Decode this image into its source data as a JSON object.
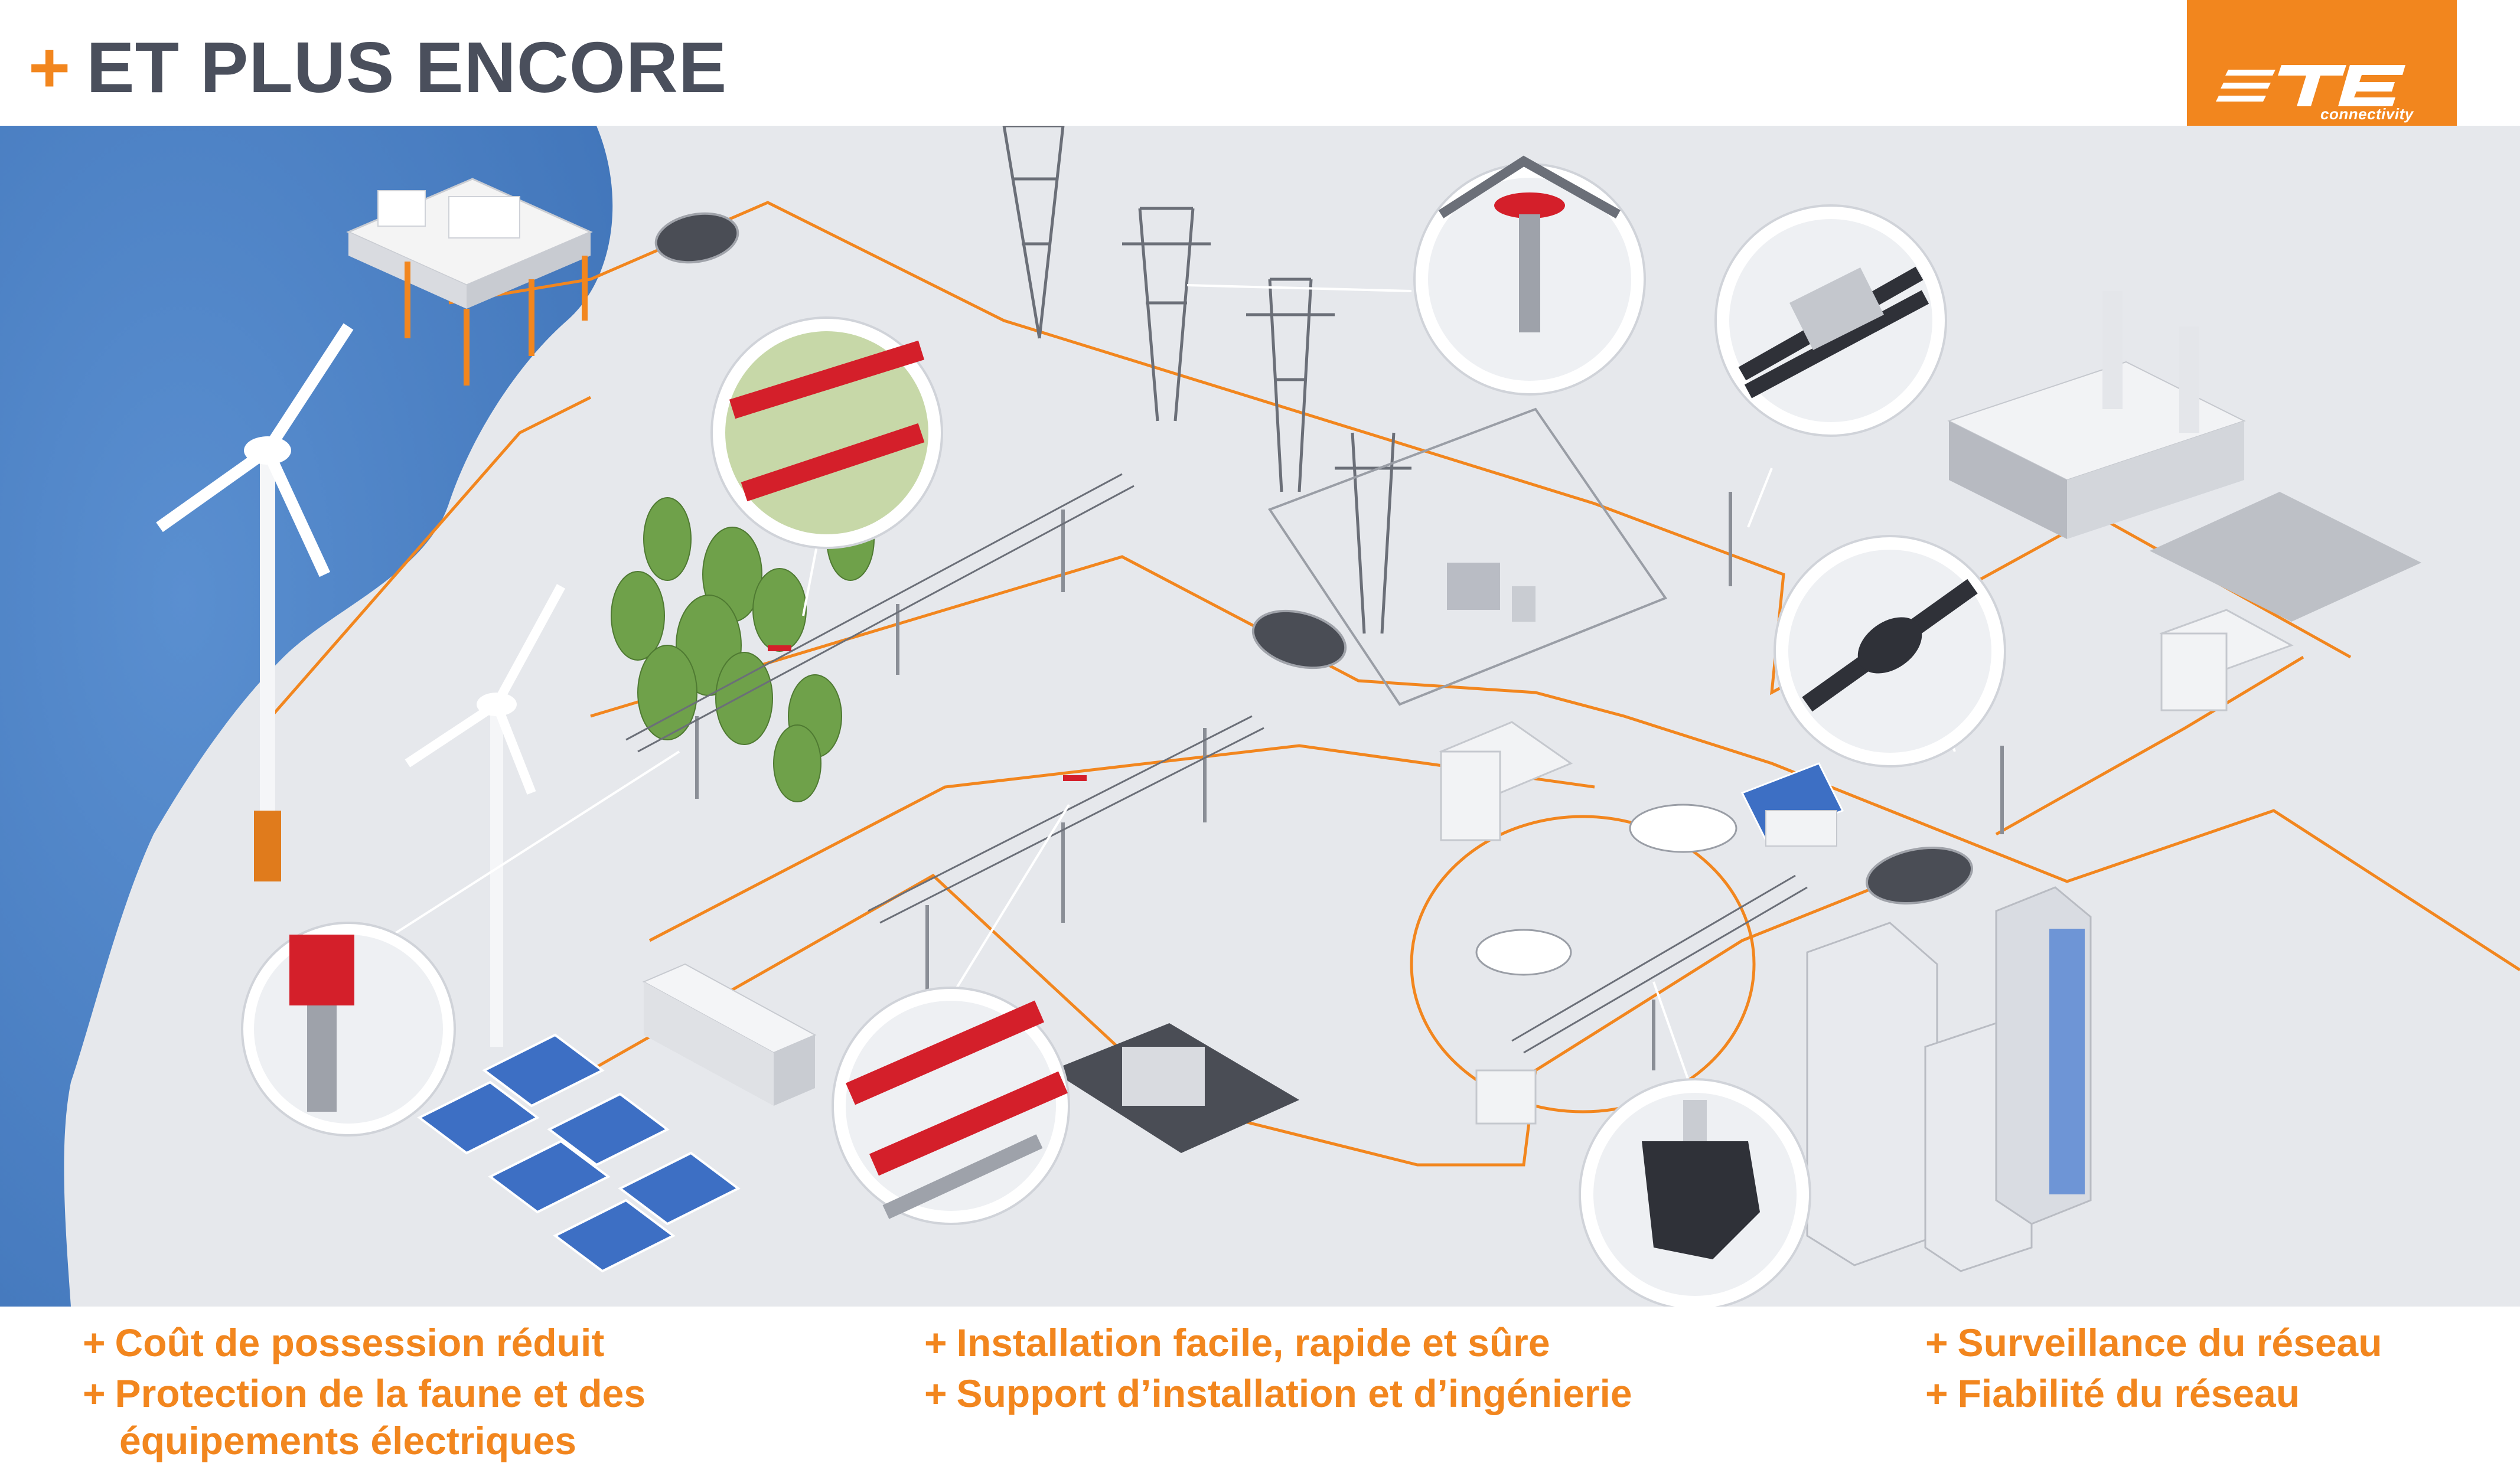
{
  "header": {
    "plus": "+",
    "title": "ET PLUS ENCORE"
  },
  "logo": {
    "brand": "TE",
    "tagline": "connectivity",
    "background": "#f2861e"
  },
  "benefits": {
    "columns": [
      {
        "items": [
          {
            "plus": "+",
            "text": "Coût de possession réduit"
          },
          {
            "plus": "+",
            "text": "Protection de la faune et des"
          },
          {
            "plus": "",
            "text": "équipements électriques"
          }
        ]
      },
      {
        "items": [
          {
            "plus": "+",
            "text": "Installation facile, rapide et sûre"
          },
          {
            "plus": "+",
            "text": "Support d’installation et d’ingénierie"
          }
        ]
      },
      {
        "items": [
          {
            "plus": "+",
            "text": "Surveillance du réseau"
          },
          {
            "plus": "+",
            "text": "Fiabilité du réseau"
          }
        ]
      }
    ]
  },
  "scene": {
    "colors": {
      "ground": "#e6e8ec",
      "sea": "#4d82c6",
      "cable": "#f2861e",
      "accent_red": "#d41f2a"
    },
    "icons": [
      "offshore-substation-icon",
      "wind-turbine-icon",
      "forest-icon",
      "transmission-tower-icon",
      "substation-icon",
      "factory-icon",
      "solar-panel-icon",
      "battery-container-icon",
      "distribution-pole-icon",
      "electric-car-icon",
      "house-icon",
      "office-building-icon",
      "cable-joint-icon",
      "insulator-callout-icon",
      "connector-callout-icon",
      "bird-guard-callout-icon"
    ]
  }
}
